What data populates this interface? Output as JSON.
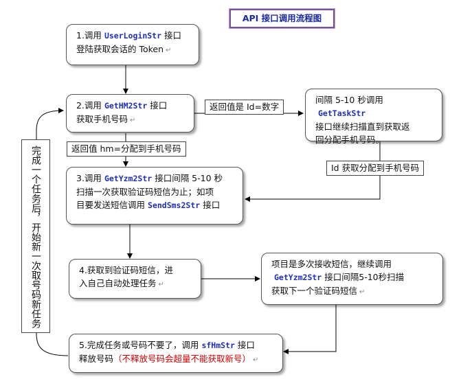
{
  "title": "API 接口调用流程图",
  "steps": [
    {
      "id": "step1",
      "prefix": "1.调用",
      "api": "UserLoginStr",
      "suffix": "接口",
      "line2": "登陆获取会话的 Token"
    },
    {
      "id": "step2",
      "prefix": "2.调用",
      "api": "GetHM2Str",
      "suffix": "接口",
      "line2": "获取手机号码"
    },
    {
      "id": "step3",
      "prefix": "3.调用",
      "api": "GetYzm2Str",
      "suffix": "接口间隔 5-10 秒",
      "line2": "扫描一次获取验证码短信为止；如项",
      "line3_prefix": "目要发送短信调用",
      "line3_api": "SendSms2Str",
      "line3_suffix": "接口"
    },
    {
      "id": "step4",
      "line1": "4.获取到验证码短信，进",
      "line2": "入自己自动处理任务"
    },
    {
      "id": "step5",
      "prefix": "5.完成任务或号码不要了，调用",
      "api": "sfHmStr",
      "suffix": "接口",
      "line2_prefix": "释放号码",
      "line2_red": "（不释放号码会超量不能获取新号）"
    },
    {
      "id": "side-a",
      "prefix": "间隔 5-10 秒调用",
      "api": "GetTaskStr",
      "line2": "接口继续扫描直到获取返",
      "line3": "回分配手机号码。"
    },
    {
      "id": "side-b",
      "line1_prefix": "项目是多次接收短信，继续调用",
      "api": "GetYzm2Str",
      "line2_suffix": "接口间隔5-10秒扫描",
      "line3": "获取下一个验证码短信"
    }
  ],
  "labels": {
    "return_id": "返回值是 Id=数字",
    "return_hm": "返回值 hm=分配到手机号码",
    "id_assigned": "Id 获取分配到手机号码",
    "loop_text": "完成一个任务后，开始新一次取号码新任务"
  },
  "colors": {
    "api": "#1f2fb8",
    "warning": "#d10000",
    "title_border": "#7a4e98"
  }
}
